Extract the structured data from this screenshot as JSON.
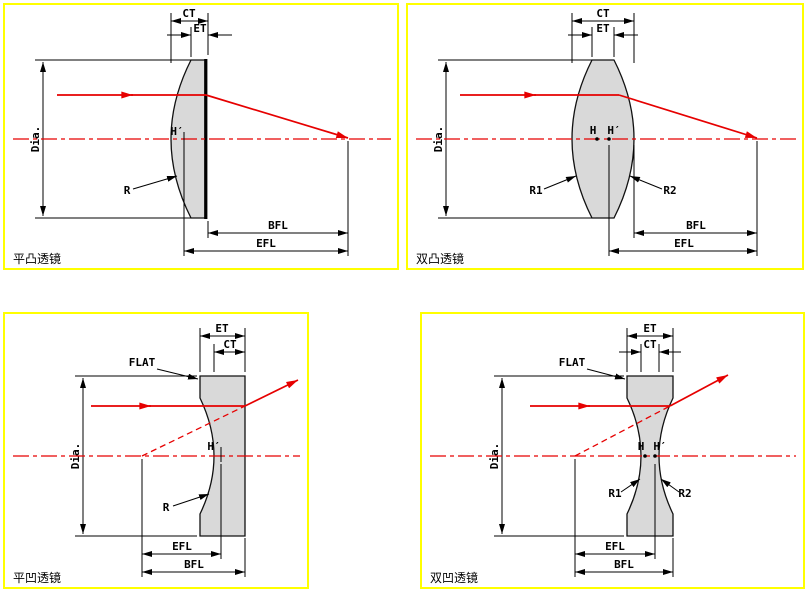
{
  "colors": {
    "panel_border": "#ffff00",
    "ray_red": "#e60000",
    "lens_fill": "#d9d9d9",
    "line_black": "#000000"
  },
  "panels": {
    "plano_convex": {
      "caption": "平凸透镜",
      "ct": "CT",
      "et": "ET",
      "dia": "Dia.",
      "h_prime": "H′",
      "r": "R",
      "bfl": "BFL",
      "efl": "EFL"
    },
    "biconvex": {
      "caption": "双凸透镜",
      "ct": "CT",
      "et": "ET",
      "dia": "Dia.",
      "h": "H",
      "h_prime": "H′",
      "r1": "R1",
      "r2": "R2",
      "bfl": "BFL",
      "efl": "EFL"
    },
    "plano_concave": {
      "caption": "平凹透镜",
      "et": "ET",
      "ct": "CT",
      "flat": "FLAT",
      "dia": "Dia.",
      "h_prime": "H′",
      "r": "R",
      "efl": "EFL",
      "bfl": "BFL"
    },
    "biconcave": {
      "caption": "双凹透镜",
      "et": "ET",
      "ct": "CT",
      "flat": "FLAT",
      "dia": "Dia.",
      "h": "H",
      "h_prime": "H′",
      "r1": "R1",
      "r2": "R2",
      "efl": "EFL",
      "bfl": "BFL"
    }
  }
}
